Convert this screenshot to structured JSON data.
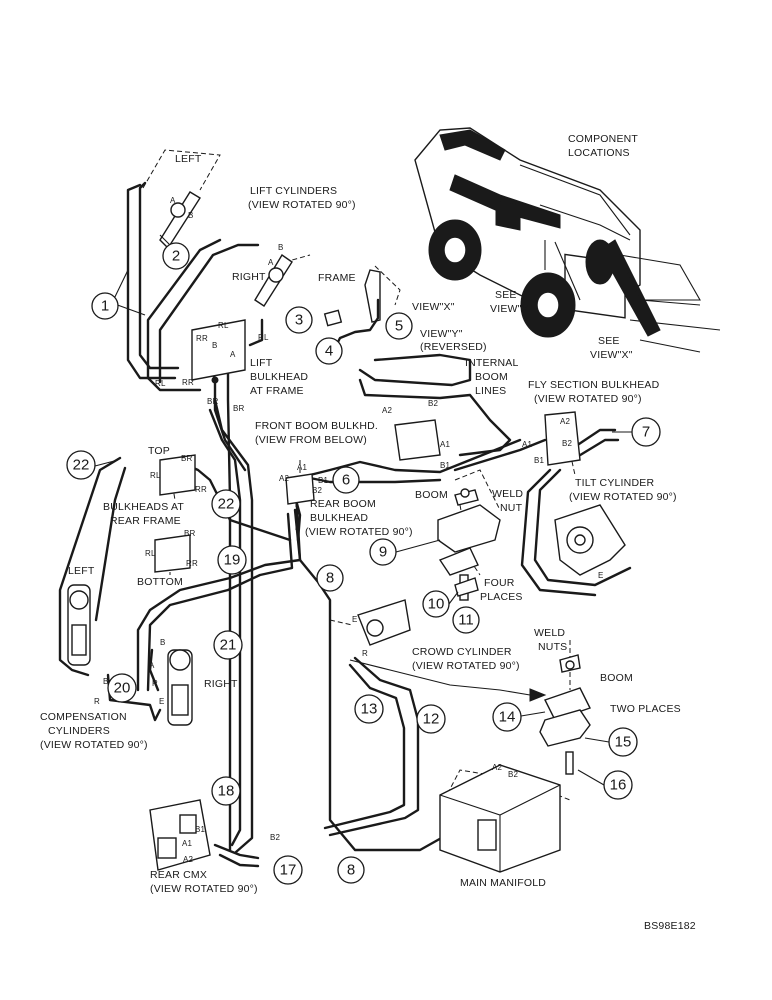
{
  "labels": {
    "component_locations": [
      "COMPONENT",
      "LOCATIONS"
    ],
    "left_top": "LEFT",
    "lift_cylinders": [
      "LIFT CYLINDERS",
      "(VIEW ROTATED 90°)"
    ],
    "right_top": "RIGHT",
    "frame": "FRAME",
    "view_x": "VIEW\"X\"",
    "view_y": [
      "VIEW\"Y\"",
      "(REVERSED)"
    ],
    "see_view_y": [
      "SEE",
      "VIEW\"Y\""
    ],
    "see_view_x": [
      "SEE",
      "VIEW\"X\""
    ],
    "lift_bulkhead": [
      "LIFT",
      "BULKHEAD",
      "AT FRAME"
    ],
    "internal_boom_lines": [
      "INTERNAL",
      "BOOM",
      "LINES"
    ],
    "fly_section_bulkhead": [
      "FLY SECTION BULKHEAD",
      "(VIEW ROTATED 90°)"
    ],
    "front_boom_bulkhead": [
      "FRONT BOOM BULKHD.",
      "(VIEW FROM BELOW)"
    ],
    "top": "TOP",
    "bulkheads_rear_frame": [
      "BULKHEADS AT",
      "REAR FRAME"
    ],
    "rear_boom_bulkhead": [
      "REAR BOOM",
      "BULKHEAD",
      "(VIEW ROTATED 90°)"
    ],
    "boom": "BOOM",
    "weld_nut": [
      "WELD",
      "NUT"
    ],
    "tilt_cylinder": [
      "TILT CYLINDER",
      "(VIEW ROTATED 90°)"
    ],
    "bottom": "BOTTOM",
    "left_comp": "LEFT",
    "four_places": [
      "FOUR",
      "PLACES"
    ],
    "crowd_cylinder": [
      "CROWD CYLINDER",
      "(VIEW ROTATED 90°)"
    ],
    "weld_nuts": [
      "WELD",
      "NUTS"
    ],
    "boom_lower": "BOOM",
    "right_comp": "RIGHT",
    "two_places": "TWO PLACES",
    "compensation_cylinders": [
      "COMPENSATION",
      "CYLINDERS",
      "(VIEW ROTATED 90°)"
    ],
    "rear_cmx": [
      "REAR CMX",
      "(VIEW ROTATED 90°)"
    ],
    "main_manifold": "MAIN MANIFOLD",
    "drawing_id": "BS98E182"
  },
  "port_labels": {
    "a": "A",
    "b": "B",
    "rl": "RL",
    "rr": "RR",
    "br": "BR",
    "a1": "A1",
    "a2": "A2",
    "b1": "B1",
    "b2": "B2",
    "e": "E",
    "r": "R"
  },
  "callouts": {
    "c1": "1",
    "c2": "2",
    "c3": "3",
    "c4": "4",
    "c5": "5",
    "c6": "6",
    "c7": "7",
    "c8a": "8",
    "c8b": "8",
    "c9": "9",
    "c10": "10",
    "c11": "11",
    "c12": "12",
    "c13": "13",
    "c14": "14",
    "c15": "15",
    "c16": "16",
    "c17": "17",
    "c18": "18",
    "c19": "19",
    "c20": "20",
    "c21": "21",
    "c22a": "22",
    "c22b": "22"
  }
}
